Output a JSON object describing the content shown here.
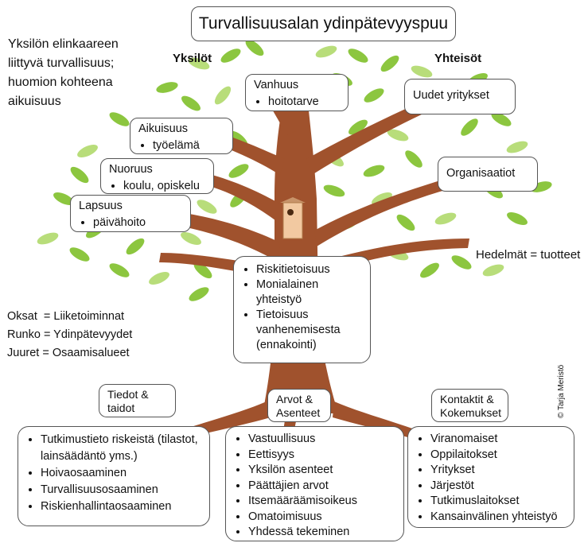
{
  "title": "Turvallisuusalan ydinpätevyyspuu",
  "intro": [
    "Yksilön elinkaareen",
    "liittyvä turvallisuus;",
    "huomion kohteena",
    "aikuisuus"
  ],
  "labels": {
    "left": "Yksilöt",
    "right": "Yhteisöt",
    "fruits": "Hedelmät = tuotteet"
  },
  "legend": [
    "Oksat  = Liiketoiminnat",
    "Runko = Ydinpätevyydet",
    "Juuret = Osaamisalueet"
  ],
  "copyright": "© Tarja Meristö",
  "branches_left": [
    {
      "title": "Vanhuus",
      "item": "hoitotarve"
    },
    {
      "title": "Aikuisuus",
      "item": "työelämä"
    },
    {
      "title": "Nuoruus",
      "item": "koulu, opiskelu"
    },
    {
      "title": "Lapsuus",
      "item": "päivähoito"
    }
  ],
  "branches_right": [
    "Uudet yritykset",
    "Organisaatiot"
  ],
  "trunk": [
    "Riskitietoisuus",
    "Monialainen yhteistyö",
    "Tietoisuus vanhenemisesta (ennakointi)"
  ],
  "roots": [
    {
      "label": "Tiedot & taidot",
      "items": [
        "Tutkimustieto riskeistä (tilastot, lainsäädäntö yms.)",
        "Hoivaosaaminen",
        "Turvallisuusosaaminen",
        "Riskienhallintaosaaminen"
      ]
    },
    {
      "label": "Arvot & Asenteet",
      "items": [
        "Vastuullisuus",
        "Eettisyys",
        "Yksilön asenteet",
        "Päättäjien arvot",
        "Itsemääräämisoikeus",
        "Omatoimisuus",
        "Yhdessä tekeminen"
      ]
    },
    {
      "label": "Kontaktit & Kokemukset",
      "items": [
        "Viranomaiset",
        "Oppilaitokset",
        "Yritykset",
        "Järjestöt",
        "Tutkimuslaitokset",
        "Kansainvälinen yhteistyö"
      ]
    }
  ],
  "colors": {
    "bark": "#a0522d",
    "leaf": "#8cc63f",
    "leaf_light": "#b8dd7a"
  }
}
